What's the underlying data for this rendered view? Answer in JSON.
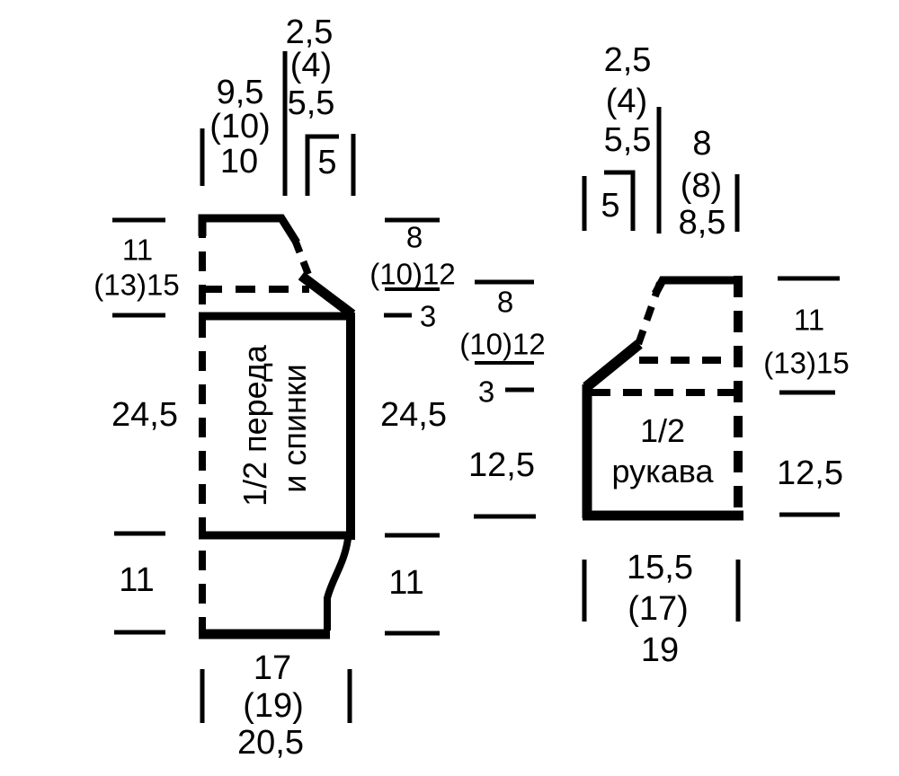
{
  "colors": {
    "ink": "#000000",
    "background": "#ffffff"
  },
  "pieces": {
    "front_back": {
      "label": [
        "1/2 переда",
        "и спинки"
      ],
      "top": {
        "shoulder_width": [
          "9,5",
          "(10)",
          "10"
        ],
        "neck_depth": [
          "2,5",
          "(4)",
          "5,5"
        ],
        "neck_width": "5"
      },
      "left": {
        "armhole_height": [
          "11",
          "(13)15"
        ],
        "side_height": "24,5",
        "hem_height": "11"
      },
      "right": {
        "armhole_height": [
          "8",
          "(10)12"
        ],
        "armhole_bindoff": "3",
        "side_height": "24,5",
        "hem_height": "11"
      },
      "bottom": {
        "width": [
          "17",
          "(19)",
          "20,5"
        ]
      }
    },
    "sleeve": {
      "label": [
        "1/2",
        "рукава"
      ],
      "top": {
        "cap_slope": [
          "2,5",
          "(4)",
          "5,5"
        ],
        "cap_neck_width": "5",
        "cap_top_width": [
          "8",
          "(8)",
          "8,5"
        ]
      },
      "left": {
        "cap_height": [
          "8",
          "(10)12"
        ],
        "cap_bindoff": "3",
        "side_height": "12,5"
      },
      "right": {
        "cap_height": [
          "11",
          "(13)15"
        ],
        "side_height": "12,5"
      },
      "bottom": {
        "width": [
          "15,5",
          "(17)",
          "19"
        ]
      }
    }
  }
}
